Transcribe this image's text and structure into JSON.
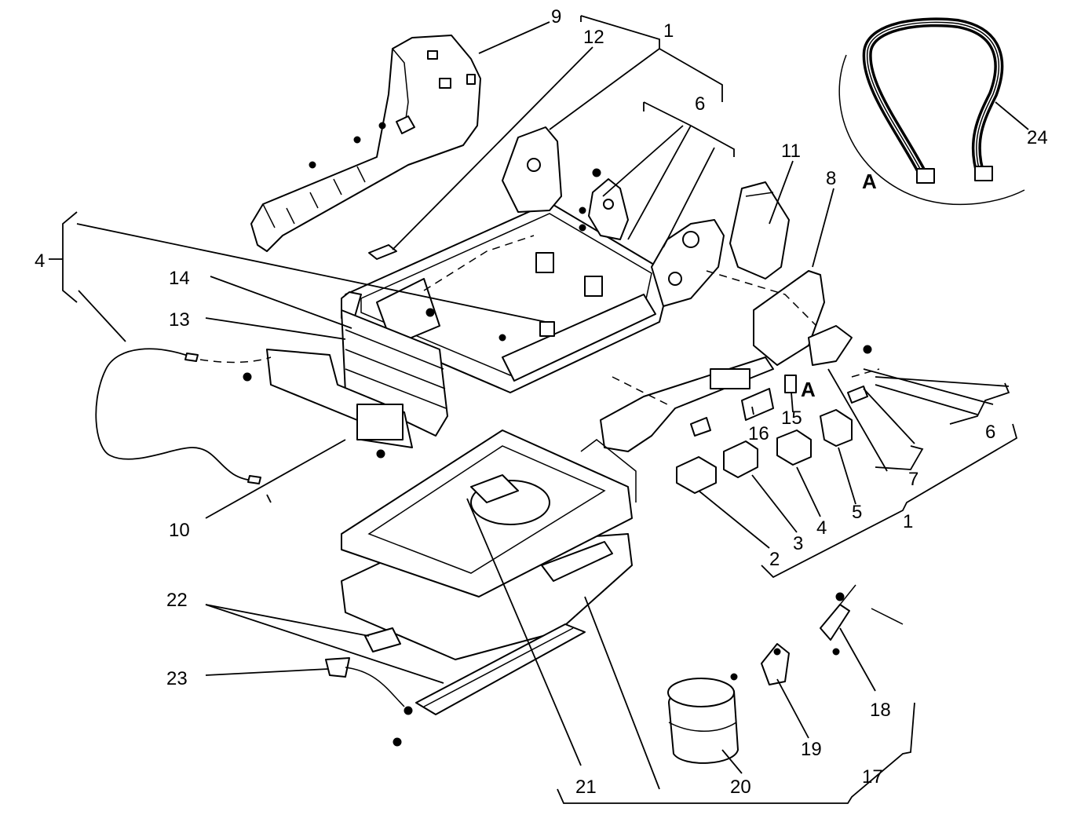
{
  "callouts": {
    "c1_top": "1",
    "c1_bottom": "1",
    "c2": "2",
    "c3": "3",
    "c4_left": "4",
    "c4_right": "4",
    "c5": "5",
    "c6_top": "6",
    "c6_right": "6",
    "c7": "7",
    "c8": "8",
    "c9": "9",
    "c10": "10",
    "c11": "11",
    "c12": "12",
    "c13": "13",
    "c14": "14",
    "c15": "15",
    "c16": "16",
    "c17": "17",
    "c18": "18",
    "c19": "19",
    "c20": "20",
    "c21": "21",
    "c22": "22",
    "c23": "23",
    "c24": "24"
  },
  "detail_labels": {
    "detail_a_inset": "A",
    "detail_a_ref": "A"
  }
}
